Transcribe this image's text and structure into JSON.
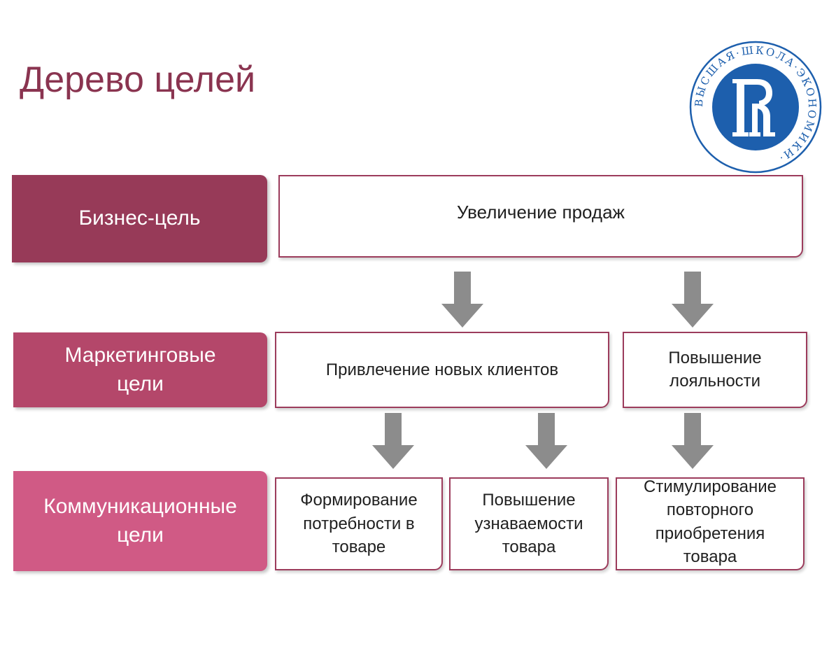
{
  "title": "Дерево целей",
  "levels": {
    "business": "Бизнес-цель",
    "marketing": "Маркетинговые\nцели",
    "communication": "Коммуникационные\nцели"
  },
  "goals": {
    "business": "Увеличение продаж",
    "marketing": [
      "Привлечение новых клиентов",
      "Повышение\nлояльности"
    ],
    "communication": [
      "Формирование\nпотребности в\nтоваре",
      "Повышение\nузнаваемости\nтовара",
      "Стимулирование\nповторного\nприобретения\nтовара"
    ]
  },
  "logo": {
    "ring_text": "ВЫСШАЯ·ШКОЛА·ЭКОНОМИКИ·",
    "monogram": "ВШЭ"
  },
  "colors": {
    "title": "#8a3450",
    "level_business": "#973a58",
    "level_marketing": "#b4476a",
    "level_communication": "#d05a85",
    "box_border": "#9c3c5c",
    "arrow": "#8c8c8c",
    "logo_blue": "#1d5fad"
  }
}
